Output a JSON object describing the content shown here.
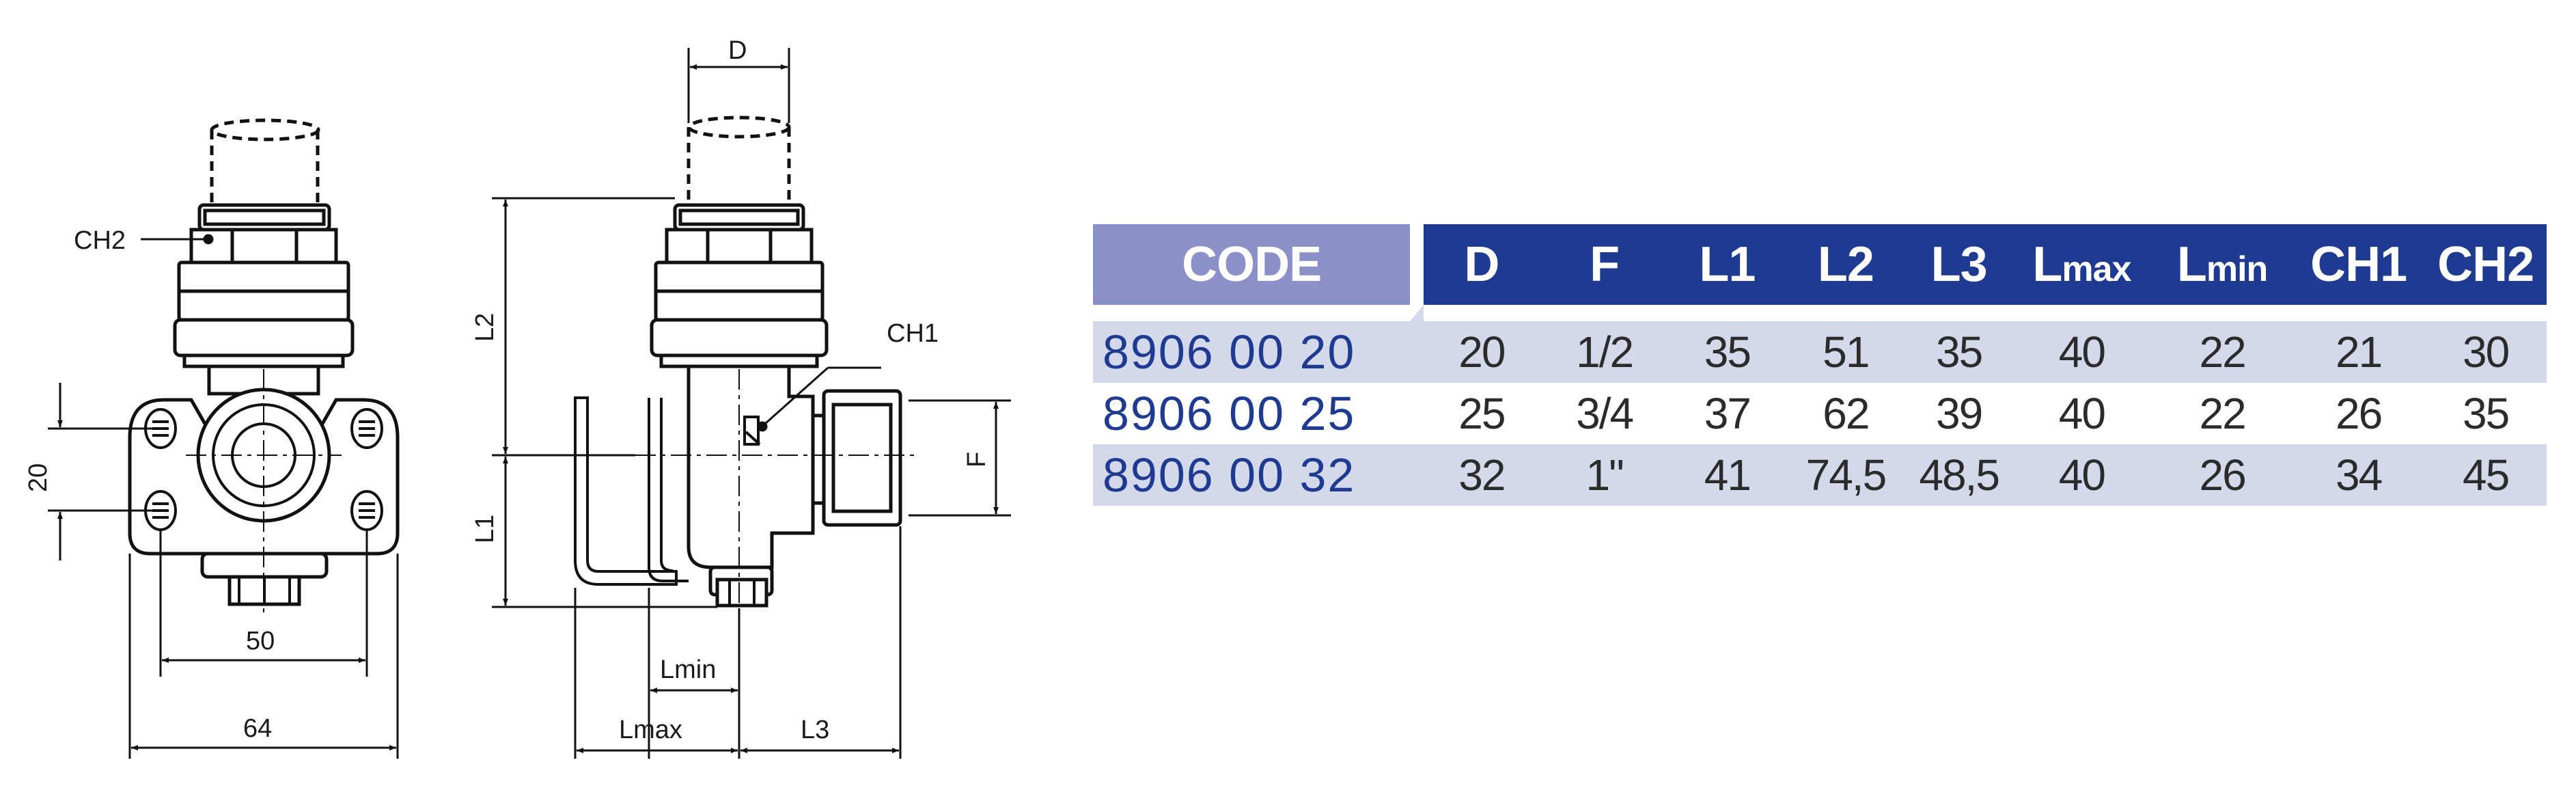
{
  "drawing": {
    "labels": {
      "ch2": "CH2",
      "ch1": "CH1",
      "d": "D",
      "f": "F",
      "l1": "L1",
      "l2": "L2",
      "h20": "20",
      "w50": "50",
      "w64": "64",
      "lmin": "Lmin",
      "lmax": "Lmax",
      "l3": "L3"
    }
  },
  "table": {
    "code_header": "CODE",
    "headers": [
      {
        "main": "D",
        "sub": ""
      },
      {
        "main": "F",
        "sub": ""
      },
      {
        "main": "L1",
        "sub": ""
      },
      {
        "main": "L2",
        "sub": ""
      },
      {
        "main": "L3",
        "sub": ""
      },
      {
        "main": "L",
        "sub": "max"
      },
      {
        "main": "L",
        "sub": "min"
      },
      {
        "main": "CH1",
        "sub": ""
      },
      {
        "main": "CH2",
        "sub": ""
      }
    ],
    "rows": [
      {
        "code": "8906 00 20",
        "values": [
          "20",
          "1/2",
          "35",
          "51",
          "35",
          "40",
          "22",
          "21",
          "30"
        ]
      },
      {
        "code": "8906 00 25",
        "values": [
          "25",
          "3/4",
          "37",
          "62",
          "39",
          "40",
          "22",
          "26",
          "35"
        ]
      },
      {
        "code": "8906 00 32",
        "values": [
          "32",
          "1\"",
          "41",
          "74,5",
          "48,5",
          "40",
          "26",
          "34",
          "45"
        ]
      }
    ]
  },
  "colors": {
    "header_blue": "#1f3b91",
    "code_header_lavender": "#8c90c9",
    "row_shade": "#d3d8eb",
    "code_text": "#1f3b91"
  }
}
